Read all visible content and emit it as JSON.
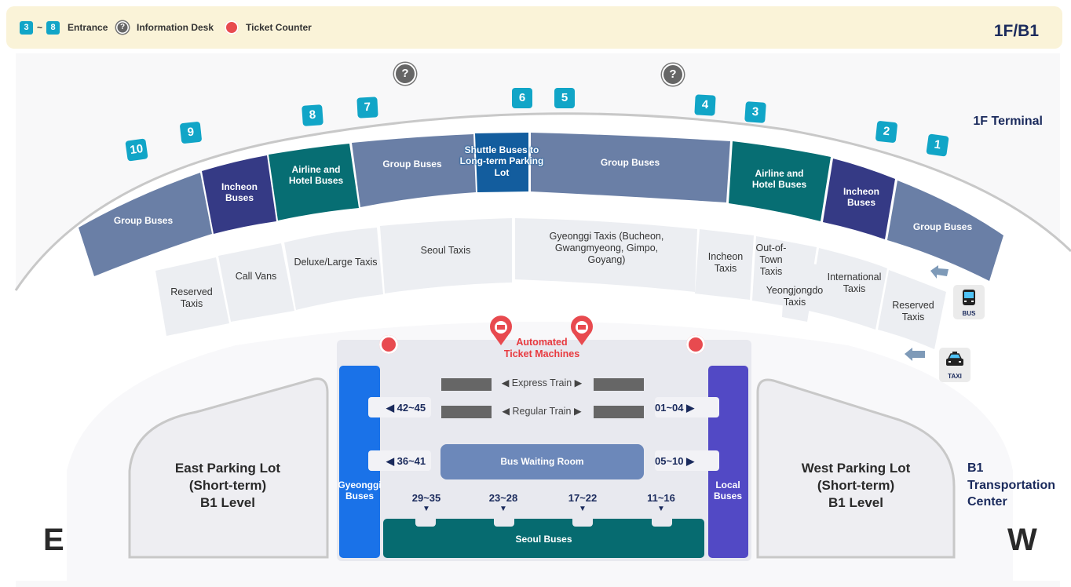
{
  "legend": {
    "entrance_from": "3",
    "entrance_sep": "~",
    "entrance_to": "8",
    "entrance_label": "Entrance",
    "info_icon": "?",
    "info_label": "Information Desk",
    "ticket_label": "Ticket Counter",
    "floor": "1F/B1"
  },
  "terminal": {
    "title": "1F Terminal",
    "entrances": [
      "1",
      "2",
      "3",
      "4",
      "5",
      "6",
      "7",
      "8",
      "9",
      "10"
    ],
    "info_desk_icon": "?",
    "bus_zones": [
      {
        "label": "Group Buses",
        "color": "#6a7fa6"
      },
      {
        "label": "Incheon Buses",
        "color": "#353a85"
      },
      {
        "label": "Airline and Hotel Buses",
        "color": "#076e73"
      },
      {
        "label": "Group Buses",
        "color": "#6a7fa6"
      },
      {
        "label": "Shuttle Buses to Long-term Parking Lot",
        "color": "#135d9e"
      },
      {
        "label": "Group Buses",
        "color": "#6a7fa6"
      },
      {
        "label": "Airline and Hotel Buses",
        "color": "#076e73"
      },
      {
        "label": "Incheon Buses",
        "color": "#353a85"
      },
      {
        "label": "Group Buses",
        "color": "#6a7fa6"
      }
    ],
    "taxi_zones": [
      "Reserved Taxis",
      "Call Vans",
      "Deluxe/Large Taxis",
      "Seoul Taxis",
      "Gyeonggi Taxis (Bucheon, Gwangmyeong, Gimpo, Goyang)",
      "Incheon Taxis",
      "Out-of-Town Taxis",
      "Yeongjongdo Taxis",
      "International Taxis",
      "Reserved Taxis"
    ],
    "vehicle_bus": "BUS",
    "vehicle_taxi": "TAXI"
  },
  "b1": {
    "title_line1": "B1",
    "title_line2": "Transportation",
    "title_line3": "Center",
    "ticket_machines_line1": "Automated",
    "ticket_machines_line2": "Ticket Machines",
    "express_train": "Express Train",
    "regular_train": "Regular Train",
    "gyeonggi_buses": "Gyeonggi Buses",
    "local_buses": "Local Buses",
    "seoul_buses": "Seoul Buses",
    "bus_waiting_room": "Bus Waiting Room",
    "gates": {
      "left_top": "42~45",
      "left_mid": "36~41",
      "right_top": "01~04",
      "right_mid": "05~10",
      "bottom": [
        "29~35",
        "23~28",
        "17~22",
        "11~16"
      ]
    }
  },
  "parking": {
    "east": [
      "East Parking Lot",
      "(Short-term)",
      "B1 Level"
    ],
    "west": [
      "West Parking Lot",
      "(Short-term)",
      "B1 Level"
    ]
  },
  "compass": {
    "east": "E",
    "west": "W"
  }
}
